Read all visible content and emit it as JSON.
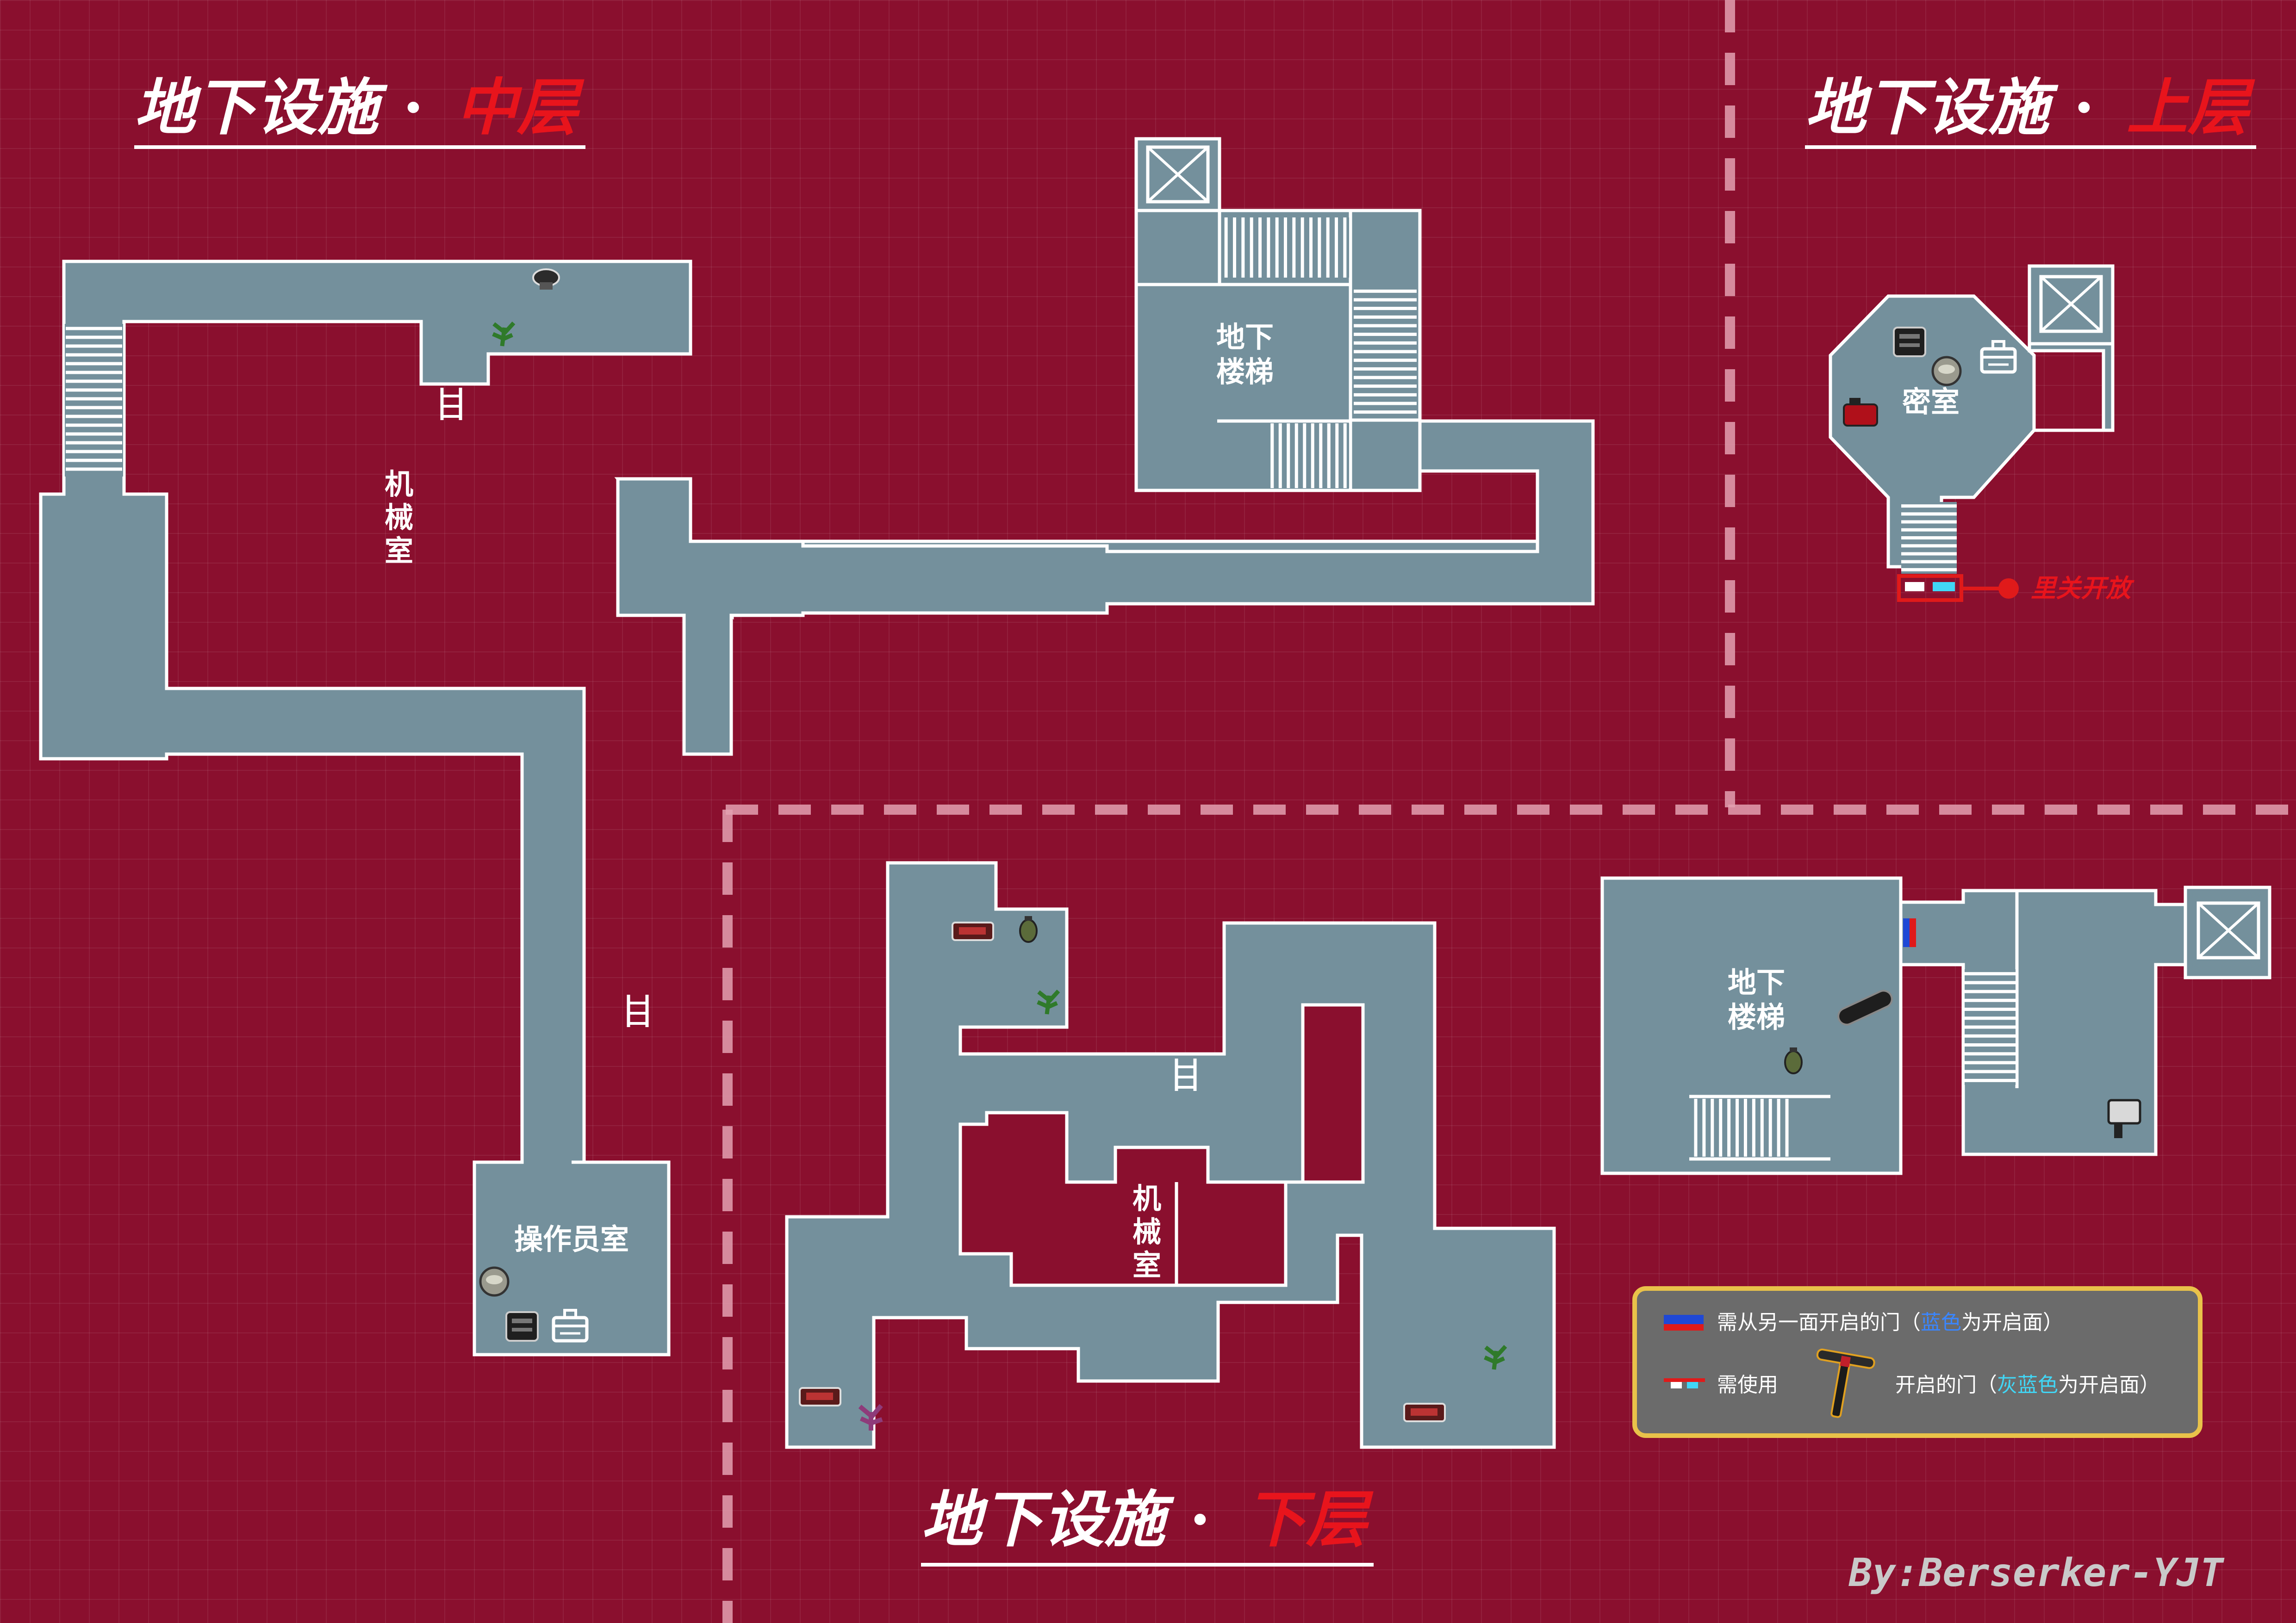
{
  "titles": {
    "middle": {
      "main": "地下设施",
      "dot": "·",
      "tier": "中层"
    },
    "upper": {
      "main": "地下设施",
      "dot": "·",
      "tier": "上层"
    },
    "lower": {
      "main": "地下设施",
      "dot": "·",
      "tier": "下层"
    }
  },
  "rooms": {
    "mechanical_middle": [
      "机",
      "械",
      "室"
    ],
    "operator_room": "操作员室",
    "stairs_middle": [
      "地下",
      "楼梯"
    ],
    "secret_room": "密室",
    "stairs_lower": [
      "地下",
      "楼梯"
    ],
    "mechanical_lower": [
      "机",
      "械",
      "室"
    ]
  },
  "callout": {
    "text": "里关开放",
    "color": "#e8141c"
  },
  "legend": {
    "row1": {
      "prefix": "需从另一面开启的门（",
      "highlight": "蓝色",
      "suffix": "为开启面）"
    },
    "row2": {
      "prefix": "需使用",
      "middle": "开启的门（",
      "highlight": "灰蓝色",
      "suffix": "为开启面）"
    }
  },
  "credit": "By:Berserker-YJT",
  "colors": {
    "background": "#8a0f2e",
    "room_fill": "#74909c",
    "wall": "#ffffff",
    "title_accent": "#e8141c",
    "legend_bg": "#6b6b6b",
    "legend_border": "#e9c24a",
    "door_blue": "#1f48d6",
    "door_red": "#e01a1a"
  },
  "icons": [
    "herb-icon",
    "ink-ribbon-icon",
    "typewriter-icon",
    "item-box-icon",
    "shotgun-shells-icon",
    "grenade-icon",
    "pipe-icon",
    "first-aid-icon",
    "acid-rounds-icon",
    "t-bar-handle-icon",
    "elevator-icon",
    "ladder-icon"
  ]
}
